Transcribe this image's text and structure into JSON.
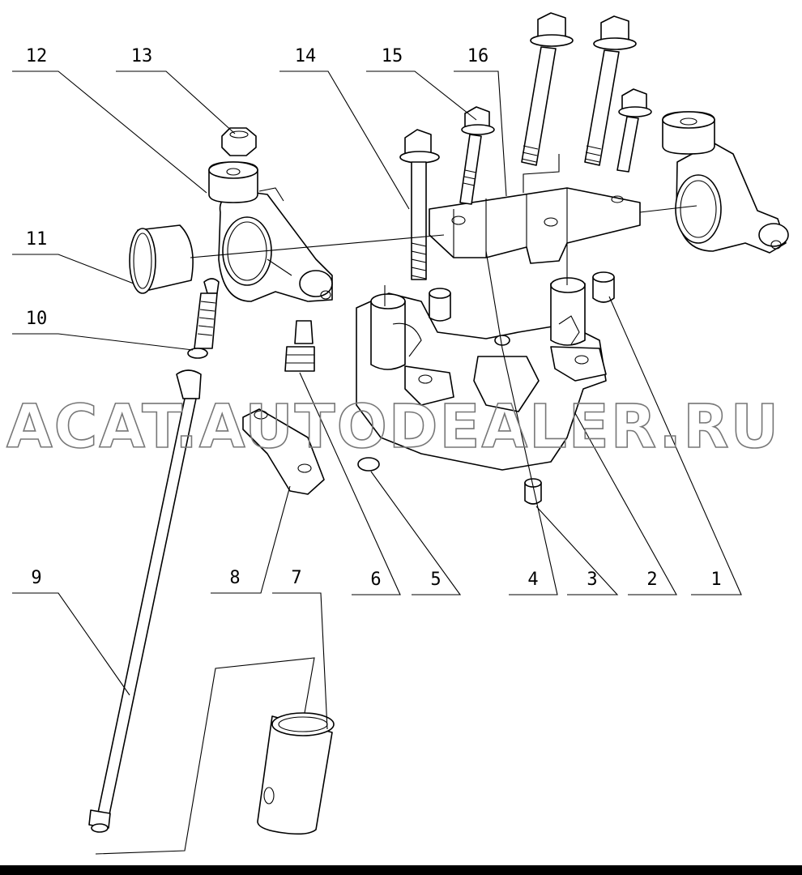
{
  "diagram": {
    "callouts": [
      "1",
      "2",
      "3",
      "4",
      "5",
      "6",
      "7",
      "8",
      "9",
      "10",
      "11",
      "12",
      "13",
      "14",
      "15",
      "16"
    ],
    "watermark": "ACAT.AUTODEALER.RU"
  }
}
